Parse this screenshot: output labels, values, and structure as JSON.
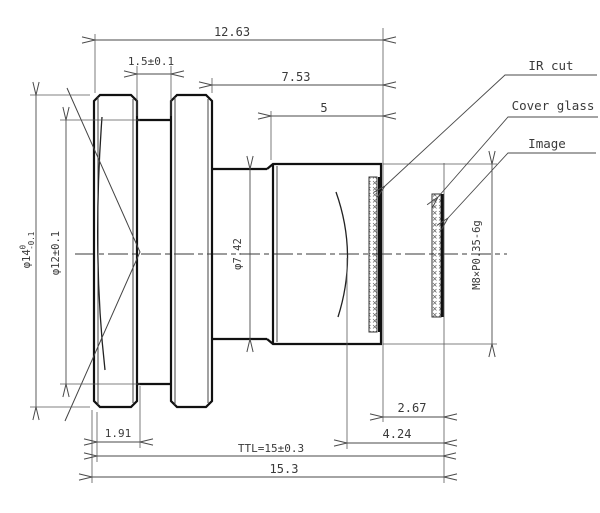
{
  "drawing": {
    "kind": "lens-barrel-section",
    "background": "#ffffff",
    "outline_color": "#111111",
    "dimension_color": "#4a4a4a"
  },
  "callouts": {
    "ir_cut": "IR cut",
    "cover_glass": "Cover glass",
    "image": "Image"
  },
  "dims": {
    "overall_top": "12.63",
    "groove_width": "1.5±0.1",
    "flange_to_filter": "7.53",
    "body_length": "5",
    "front_dia": "φ14",
    "front_dia_tol_upper": "0",
    "front_dia_tol_lower": "-0.1",
    "groove_dia": "φ12±0.1",
    "bore_dia": "φ7.42",
    "thread": "M8×P0.35-6g",
    "front_to_groove": "1.91",
    "filter_to_image": "2.67",
    "lens_to_image": "4.24",
    "ttl": "TTL=15±0.3",
    "overall": "15.3"
  }
}
